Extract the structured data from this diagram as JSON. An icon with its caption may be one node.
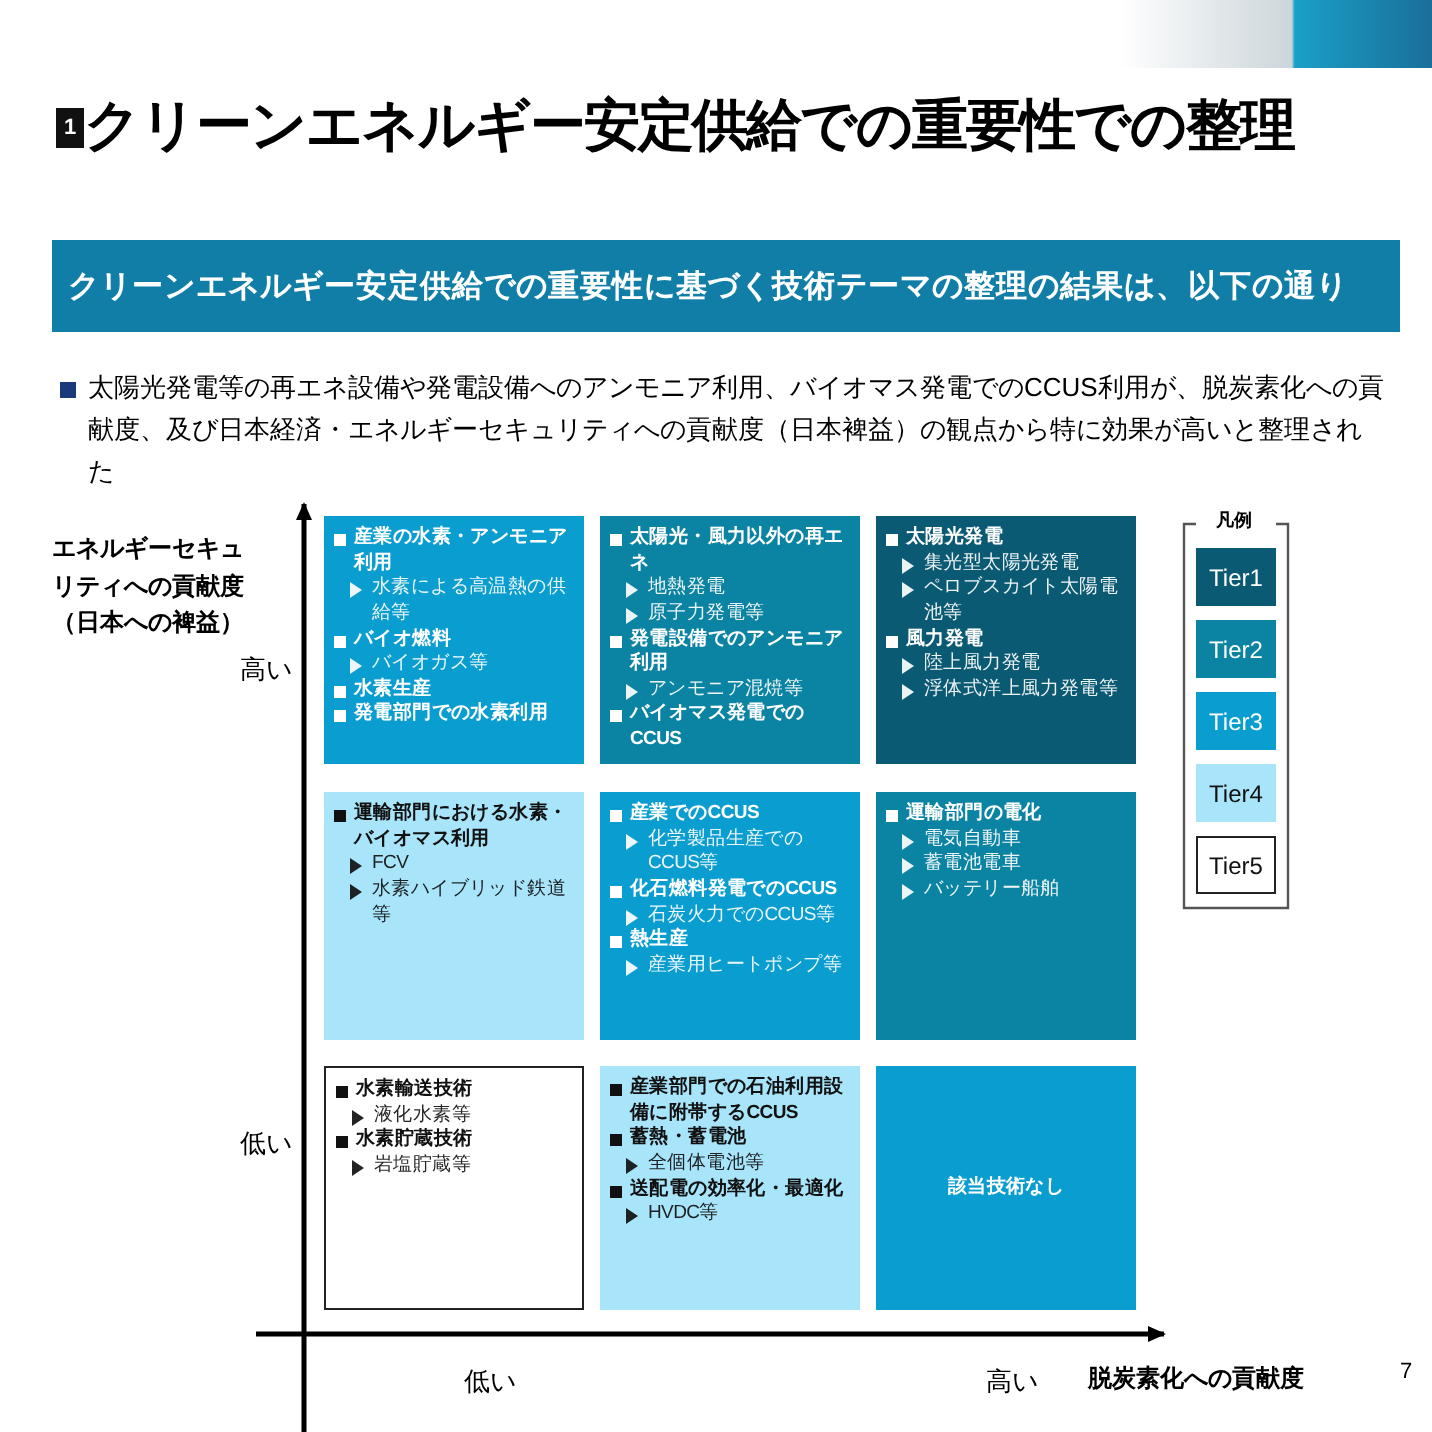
{
  "diagram": {
    "title": "クリーンエネルギー安定供給での重要性での整理",
    "nodes": [
      {
        "text": [
          "産業の水素・アンモニア利用",
          "水素による高温熱の供給等",
          "バイオ燃料",
          "バイオガス等",
          "水素生産",
          "発電部門での水素利用"
        ]
      },
      {
        "text": [
          "太陽光・風力以外の再エネ",
          "地熱発電",
          "原子力発電等",
          "発電設備でのアンモニア利用",
          "アンモニア混焼等",
          "バイオマス発電でのCCUS"
        ]
      },
      {
        "text": [
          "太陽光発電",
          "集光型太陽光発電",
          "ペロブスカイト太陽電池等",
          "風力発電",
          "陸上風力発電",
          "浮体式洋上風力発電等"
        ]
      },
      {
        "text": [
          "運輸部門における水素・バイオマス利用",
          "FCV",
          "水素ハイブリッド鉄道等"
        ]
      },
      {
        "text": [
          "産業でのCCUS",
          "化学製品生産でのCCUS等",
          "化石燃料発電でのCCUS",
          "石炭火力でのCCUS等",
          "熱生産",
          "産業用ヒートポンプ等"
        ]
      },
      {
        "text": [
          "運輸部門の電化",
          "電気自動車",
          "蓄電池電車",
          "バッテリー船舶"
        ]
      },
      {
        "text": [
          "水素輸送技術",
          "液化水素等",
          "水素貯蔵技術",
          "岩塩貯蔵等"
        ]
      },
      {
        "text": [
          "産業部門での石油利用設備に附帯するCCUS",
          "蓄熱・蓄電池",
          "全個体電池等",
          "送配電の効率化・最適化",
          "HVDC等"
        ]
      },
      {
        "text": [
          "該当技術なし"
        ]
      }
    ],
    "edges": [],
    "labels": [
      "1",
      "クリーンエネルギー安定供給での重要性に基づく技術テーマの整理の結果は、以下の通り",
      "太陽光発電等の再エネ設備や発電設備へのアンモニア利用、バイオマス発電でのCCUS利用が、脱炭素化への貢献度、及び日本経済・エネルギーセキュリティへの貢献度（日本裨益）の観点から特に効果が高いと整理された",
      "エネルギーセキュリティへの貢献度（日本への裨益）",
      "高い",
      "低い",
      "低い",
      "高い",
      "脱炭素化への貢献度",
      "凡例",
      "7"
    ],
    "legend": [
      {
        "text": "Tier1",
        "color": "#0b5a73"
      },
      {
        "text": "Tier2",
        "color": "#0b83a3"
      },
      {
        "text": "Tier3",
        "color": "#0a9dd0"
      },
      {
        "text": "Tier4",
        "color": "#a8e5fb"
      },
      {
        "text": "Tier5",
        "color": "#ffffff"
      }
    ]
  }
}
